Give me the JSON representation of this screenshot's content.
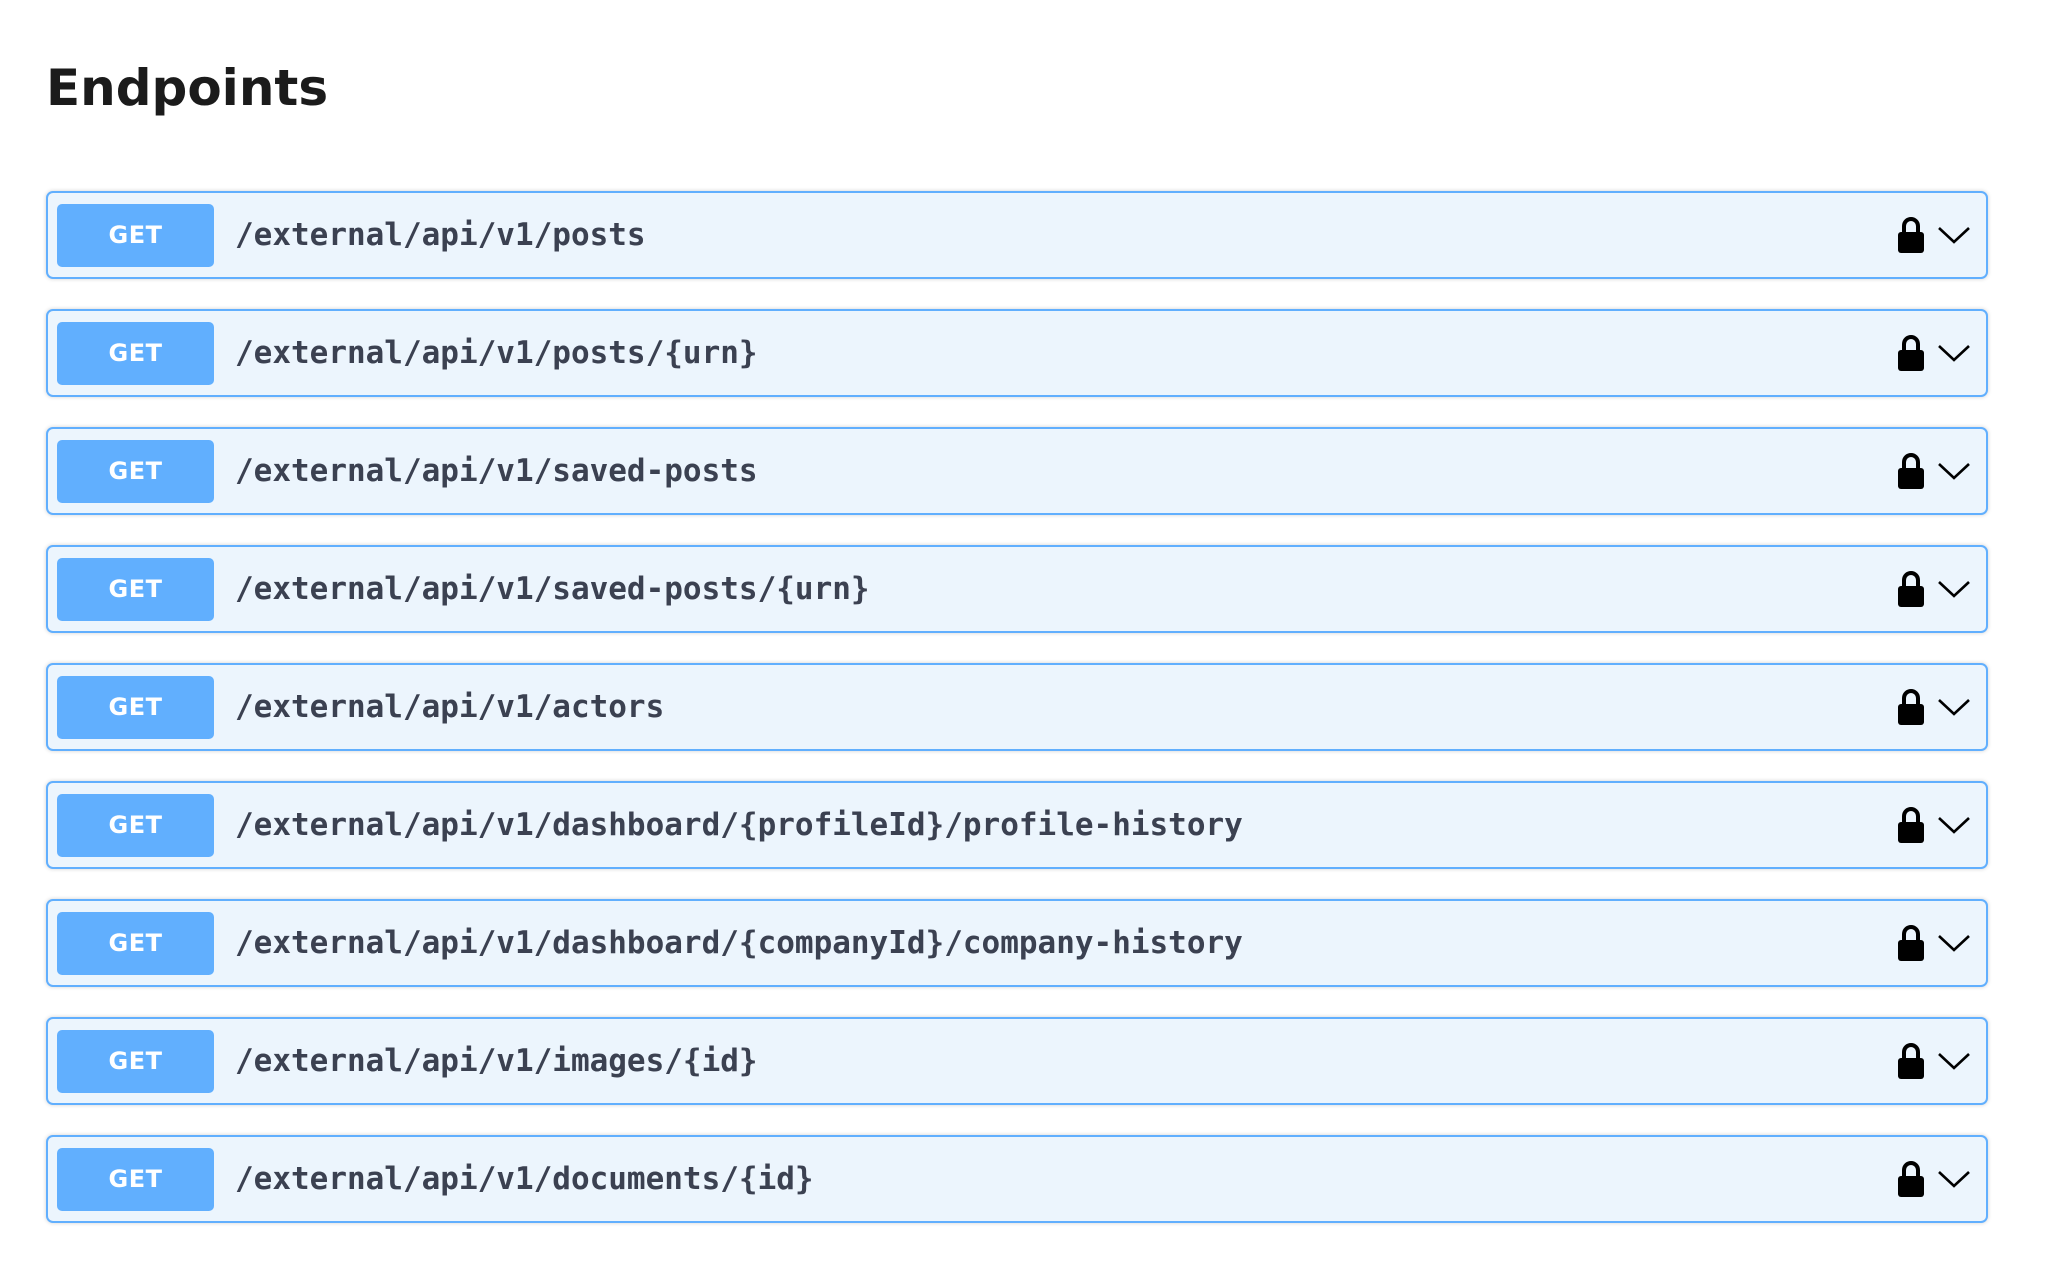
{
  "page": {
    "title": "Endpoints"
  },
  "colors": {
    "method_get": "#61affe",
    "row_background": "#ecf5fd",
    "path_text": "#3b4151"
  },
  "icons": {
    "lock": "lock-icon",
    "expand": "chevron-down-icon"
  },
  "endpoints": [
    {
      "method": "GET",
      "path": "/external/api/v1/posts"
    },
    {
      "method": "GET",
      "path": "/external/api/v1/posts/{urn}"
    },
    {
      "method": "GET",
      "path": "/external/api/v1/saved-posts"
    },
    {
      "method": "GET",
      "path": "/external/api/v1/saved-posts/{urn}"
    },
    {
      "method": "GET",
      "path": "/external/api/v1/actors"
    },
    {
      "method": "GET",
      "path": "/external/api/v1/dashboard/{profileId}/profile-history"
    },
    {
      "method": "GET",
      "path": "/external/api/v1/dashboard/{companyId}/company-history"
    },
    {
      "method": "GET",
      "path": "/external/api/v1/images/{id}"
    },
    {
      "method": "GET",
      "path": "/external/api/v1/documents/{id}"
    }
  ]
}
